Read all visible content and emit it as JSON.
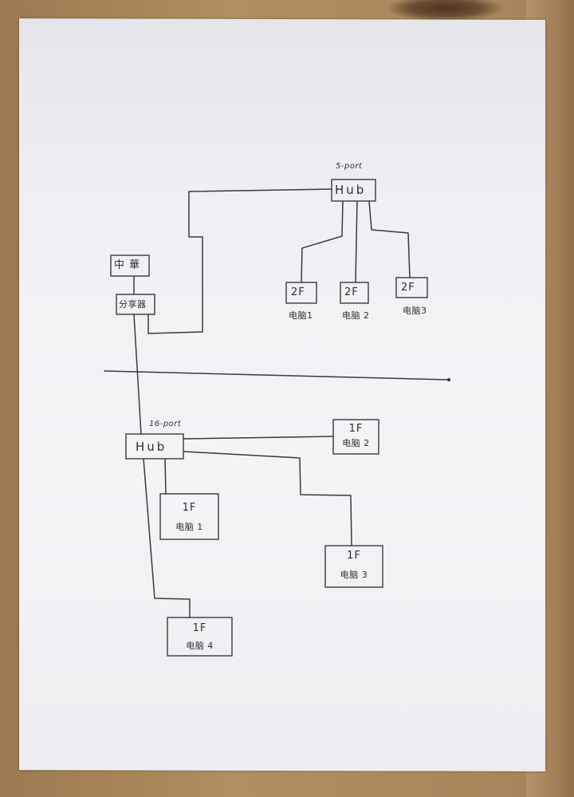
{
  "hub_top": {
    "label": "Hub",
    "port_label": "5-port"
  },
  "hub_bottom": {
    "label": "Hub",
    "port_label": "16-port"
  },
  "modem": {
    "label": "中 華"
  },
  "splitter": {
    "label": "分享器"
  },
  "floor2": [
    {
      "box": "2F",
      "caption": "电脑1"
    },
    {
      "box": "2F",
      "caption": "电脑 2"
    },
    {
      "box": "2F",
      "caption": "电脑3"
    }
  ],
  "floor1": [
    {
      "floor": "1F",
      "name": "电脑 1"
    },
    {
      "floor": "1F",
      "name": "电脑 2"
    },
    {
      "floor": "1F",
      "name": "电脑 3"
    },
    {
      "floor": "1F",
      "name": "电脑 4"
    }
  ]
}
